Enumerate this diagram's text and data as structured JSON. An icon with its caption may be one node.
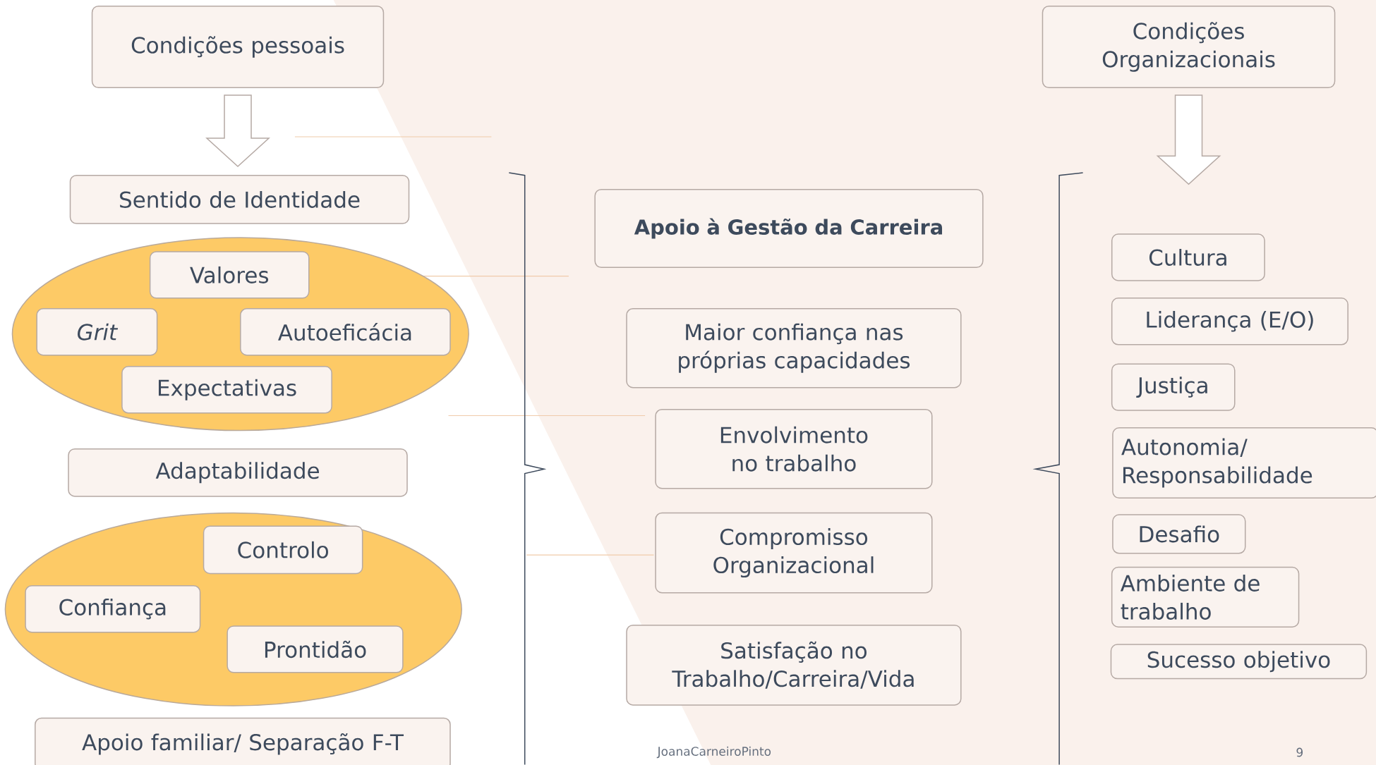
{
  "diagram": {
    "nodes": [
      {
        "text": [
          "Condições pessoais"
        ]
      },
      {
        "text": [
          "Sentido de Identidade"
        ]
      },
      {
        "text": [],
        "shape": "ellipse"
      },
      {
        "text": [
          "Valores"
        ],
        "in": 2
      },
      {
        "text": [
          "Grit"
        ],
        "in": 2
      },
      {
        "text": [
          "Autoeficácia"
        ],
        "in": 2
      },
      {
        "text": [
          "Expectativas"
        ],
        "in": 2
      },
      {
        "text": [
          "Adaptabilidade"
        ]
      },
      {
        "text": [],
        "shape": "ellipse"
      },
      {
        "text": [
          "Controlo"
        ],
        "in": 8
      },
      {
        "text": [
          "Confiança"
        ],
        "in": 8
      },
      {
        "text": [
          "Prontidão"
        ],
        "in": 8
      },
      {
        "text": [
          "Apoio familiar/ Separação F-T"
        ]
      },
      {
        "text": [
          "Condições Organizacionais"
        ]
      },
      {
        "text": [
          "Apoio à Gestão da Carreira"
        ]
      },
      {
        "text": [
          "Maior confiança nas próprias capacidades"
        ]
      },
      {
        "text": [
          "Envolvimento no trabalho"
        ]
      },
      {
        "text": [
          "Compromisso Organizacional"
        ]
      },
      {
        "text": [
          "Satisfação no Trabalho/Carreira/Vida"
        ]
      },
      {
        "text": [
          "Cultura"
        ]
      },
      {
        "text": [
          "Liderança (E/O)"
        ]
      },
      {
        "text": [
          "Justiça"
        ]
      },
      {
        "text": [
          "Autonomia/ Responsabilidade"
        ]
      },
      {
        "text": [
          "Desafio"
        ]
      },
      {
        "text": [
          "Ambiente de trabalho"
        ]
      },
      {
        "text": [
          "Sucesso objetivo"
        ]
      }
    ],
    "edges": [
      {
        "from": 0,
        "to": 1,
        "arrow": "to"
      },
      {
        "from": 13,
        "to": null,
        "arrow": "to"
      }
    ],
    "labels": [
      "JoanaCarneiroPinto",
      "9"
    ]
  }
}
